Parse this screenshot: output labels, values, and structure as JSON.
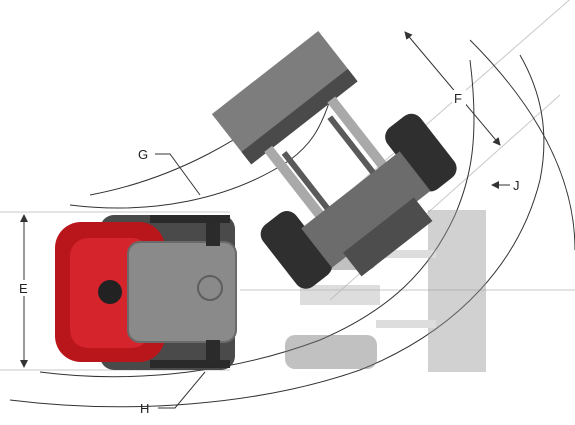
{
  "labels": {
    "E": "E",
    "F": "F",
    "G": "G",
    "H": "H",
    "J": "J"
  },
  "colors": {
    "body_red": "#b9161c",
    "body_grey": "#8a8a8a",
    "dark_grey": "#3a3a3a",
    "light_grey": "#cfcfcf",
    "line": "#333333",
    "guide": "#c9c9c9"
  }
}
